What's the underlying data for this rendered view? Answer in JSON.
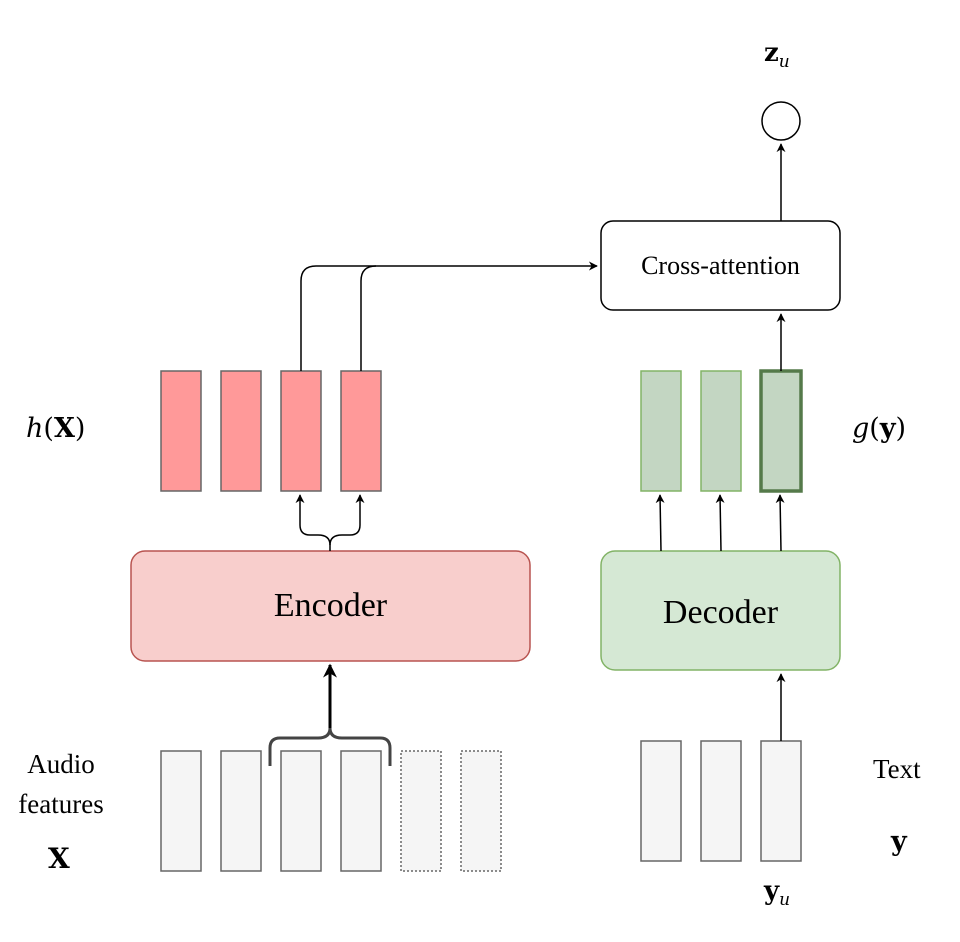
{
  "labels": {
    "encoder": "Encoder",
    "decoder": "Decoder",
    "cross_attention": "Cross-attention",
    "audio_line1": "Audio",
    "audio_line2": "features",
    "audio_symbol": "X",
    "text_word": "Text",
    "text_symbol": "y",
    "hx_func": "h",
    "hx_arg": "X",
    "gy_func": "g",
    "gy_arg": "y",
    "zu_main": "z",
    "zu_sub": "u",
    "yu_main": "y",
    "yu_sub": "u",
    "paren_open": "(",
    "paren_close": ")"
  },
  "colors": {
    "encoder_fill": "#f8cecc",
    "encoder_stroke": "#b85450",
    "enc_vec_fill": "#ff9999",
    "decoder_fill": "#d5e8d4",
    "decoder_stroke": "#82b366",
    "dec_vec_fill": "#c3d6c2",
    "dec_vec_highlight_stroke": "#557a4a",
    "input_fill": "#f5f5f5",
    "input_stroke": "#666666",
    "line": "#000000"
  }
}
